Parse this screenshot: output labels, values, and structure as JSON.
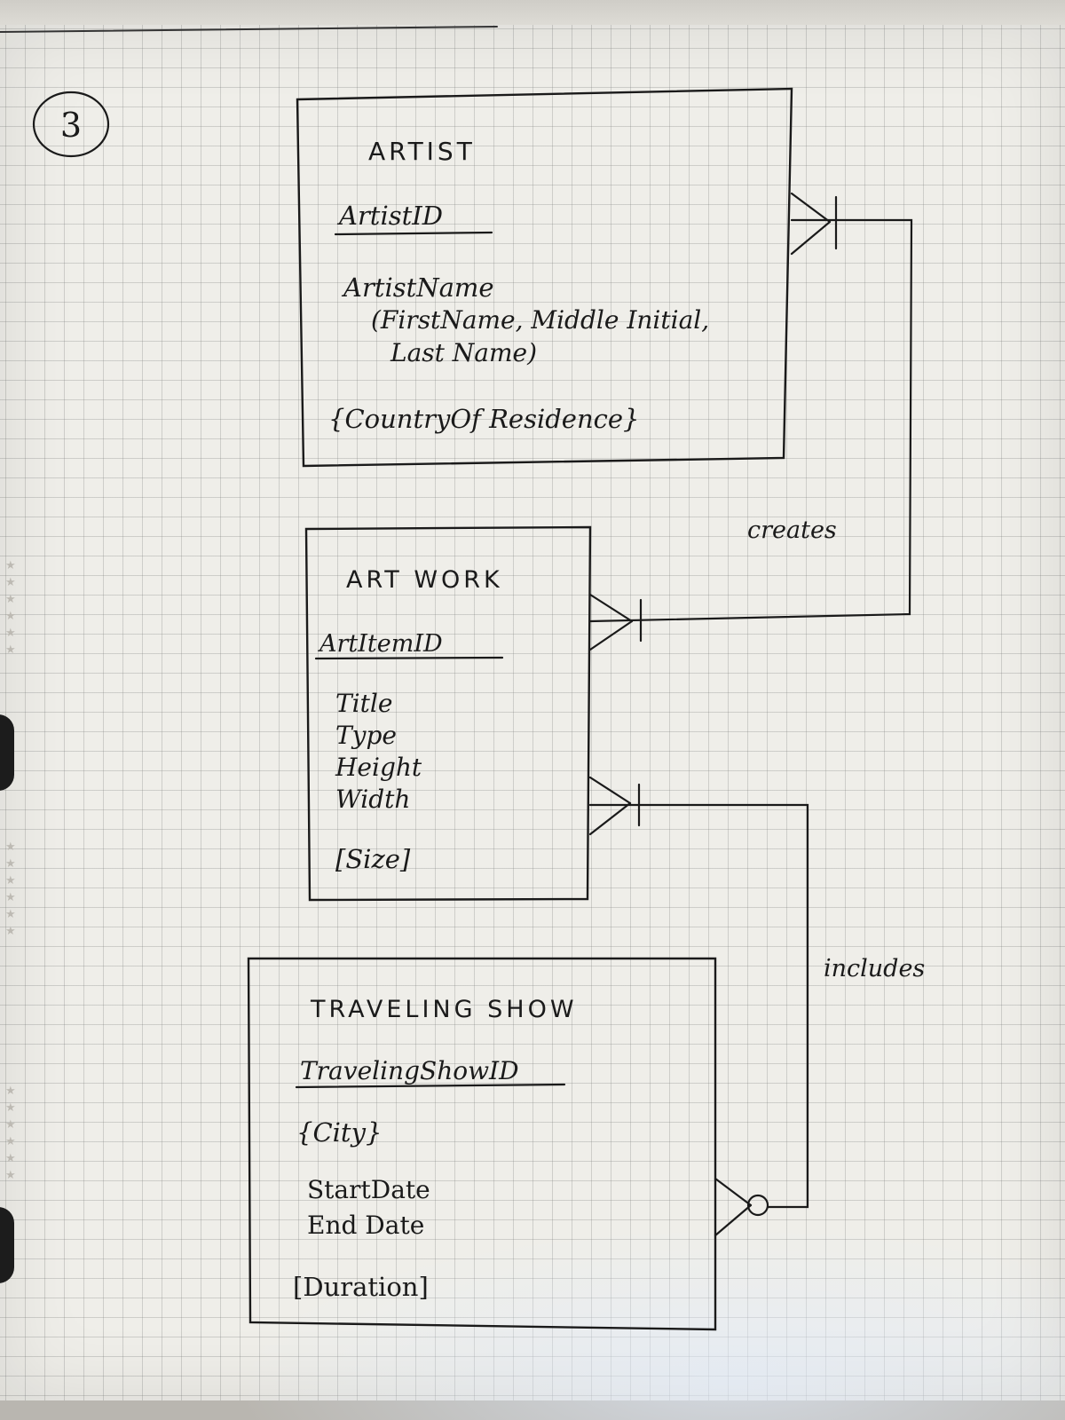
{
  "page_number": "3",
  "entities": {
    "artist": {
      "name": "ARTIST",
      "key": "ArtistID",
      "attr_name": "ArtistName",
      "attr_name_parts_1": "(FirstName, Middle Initial,",
      "attr_name_parts_2": "Last Name)",
      "attr_multi": "{CountryOf Residence}"
    },
    "artwork": {
      "name": "ART WORK",
      "key": "ArtItemID",
      "attrs": [
        "Title",
        "Type",
        "Height",
        "Width"
      ],
      "derived": "[Size]"
    },
    "show": {
      "name": "TRAVELING SHOW",
      "key": "TravelingShowID",
      "multi": "{City}",
      "attrs": [
        "StartDate",
        "End Date"
      ],
      "derived": "[Duration]"
    }
  },
  "relationships": {
    "creates": "creates",
    "includes": "includes"
  }
}
